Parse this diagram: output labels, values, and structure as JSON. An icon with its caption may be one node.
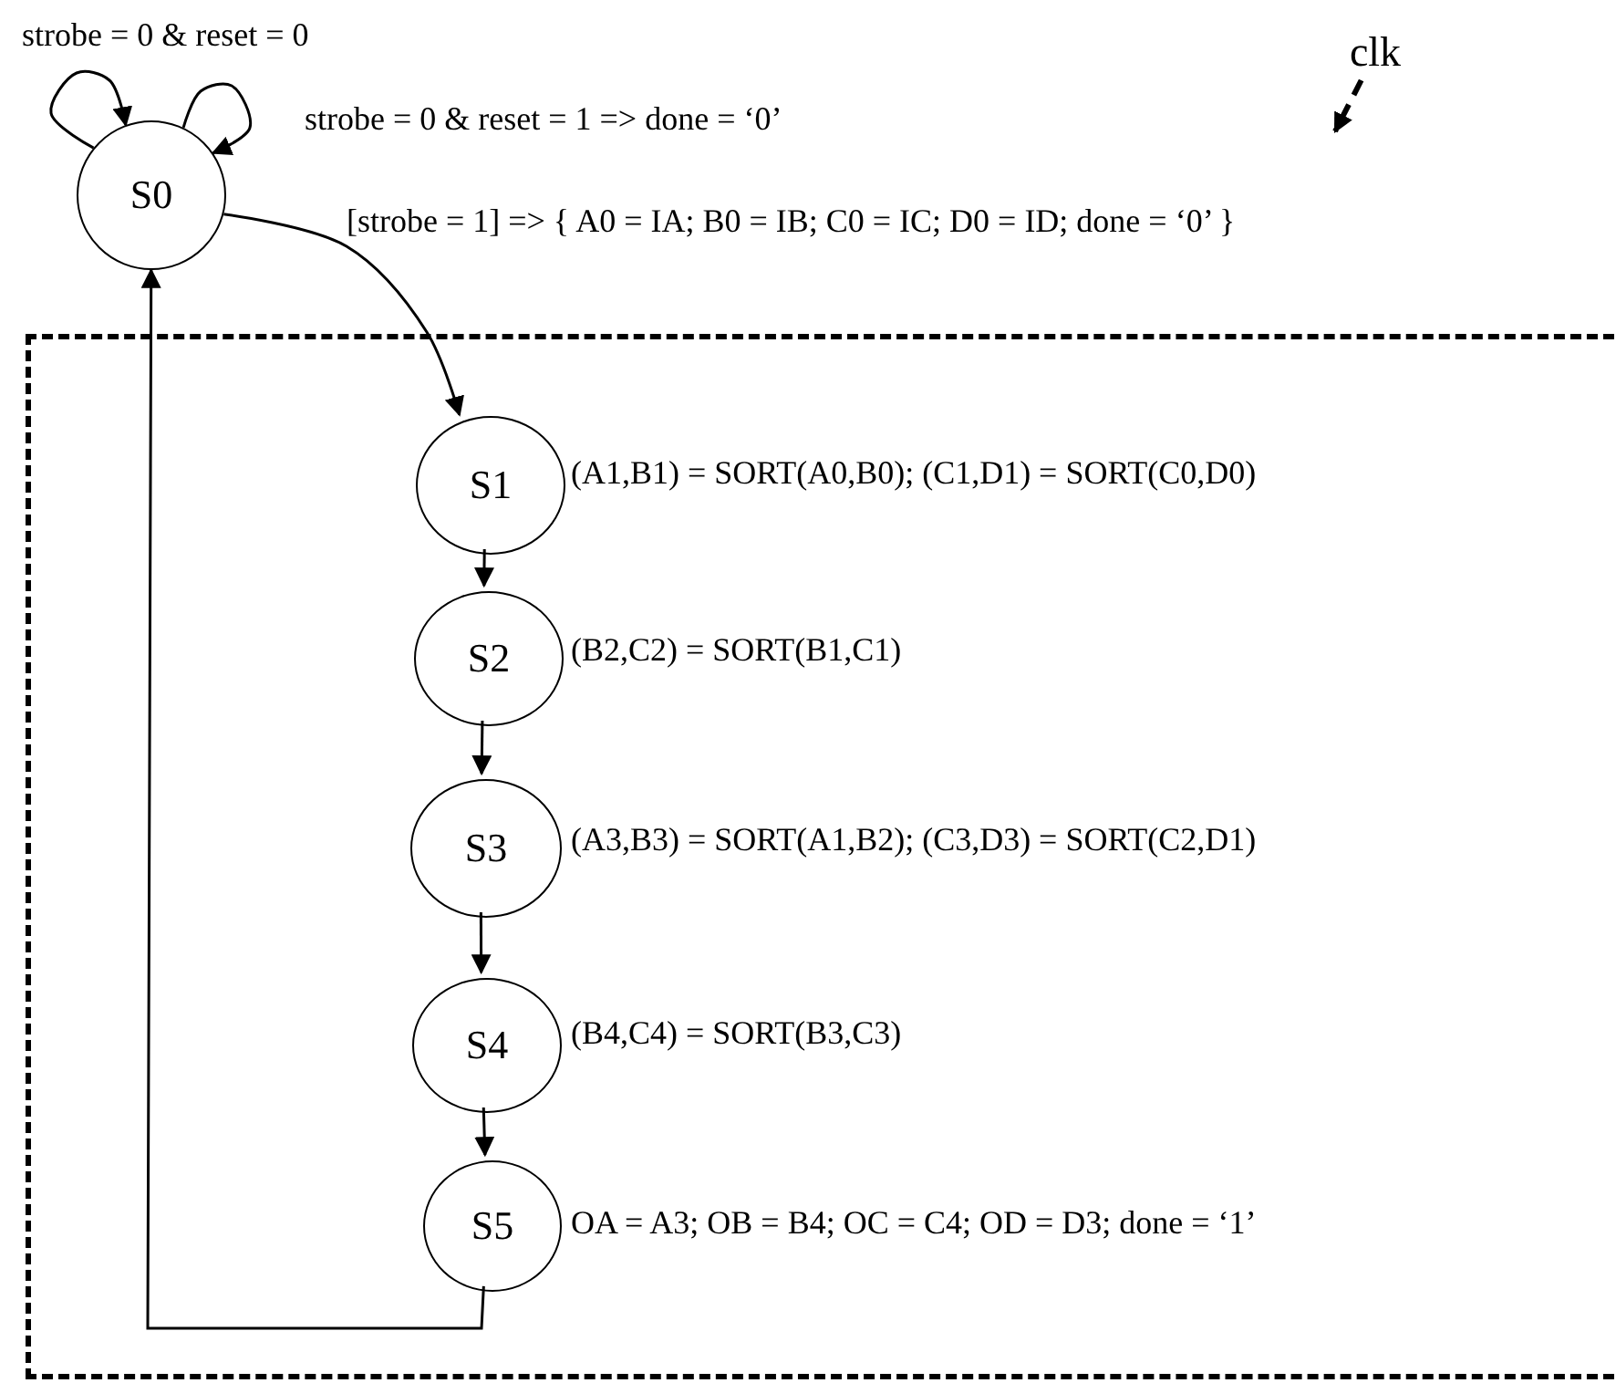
{
  "diagram": {
    "nodes": [
      {
        "text": [
          "S0"
        ]
      },
      {
        "text": [],
        "shape": "box"
      },
      {
        "text": [
          "S1"
        ],
        "in": 1,
        "beside": [
          "(A1,B1) = SORT(A0,B0); (C1,D1) = SORT(C0,D0)"
        ]
      },
      {
        "text": [
          "S2"
        ],
        "in": 1,
        "beside": [
          "(B2,C2) = SORT(B1,C1)"
        ]
      },
      {
        "text": [
          "S3"
        ],
        "in": 1,
        "beside": [
          "(A3,B3) = SORT(A1,B2); (C3,D3) = SORT(C2,D1)"
        ]
      },
      {
        "text": [
          "S4"
        ],
        "in": 1,
        "beside": [
          "(B4,C4) = SORT(B3,C3)"
        ]
      },
      {
        "text": [
          "S5"
        ],
        "in": 1,
        "beside": [
          "OA = A3; OB = B4; OC = C4; OD = D3; done = ‘1’"
        ]
      },
      {
        "text": [
          "clk"
        ]
      }
    ],
    "edges": [
      {
        "from": 0,
        "to": 0,
        "arrow": "to",
        "label": "strobe = 0 & reset = 0"
      },
      {
        "from": 0,
        "to": 0,
        "arrow": "to",
        "label": "strobe = 0 & reset = 1 => done = ‘0’"
      },
      {
        "from": 0,
        "to": 2,
        "arrow": "to",
        "label": "[strobe = 1] => { A0 = IA; B0 = IB; C0 = IC; D0 = ID; done = ‘0’ }"
      },
      {
        "from": 2,
        "to": 3,
        "arrow": "to"
      },
      {
        "from": 3,
        "to": 4,
        "arrow": "to"
      },
      {
        "from": 4,
        "to": 5,
        "arrow": "to"
      },
      {
        "from": 5,
        "to": 6,
        "arrow": "to"
      },
      {
        "from": 6,
        "to": 0,
        "arrow": "to"
      },
      {
        "from": 7,
        "to": null,
        "arrow": "to",
        "style": "dashed"
      }
    ]
  }
}
